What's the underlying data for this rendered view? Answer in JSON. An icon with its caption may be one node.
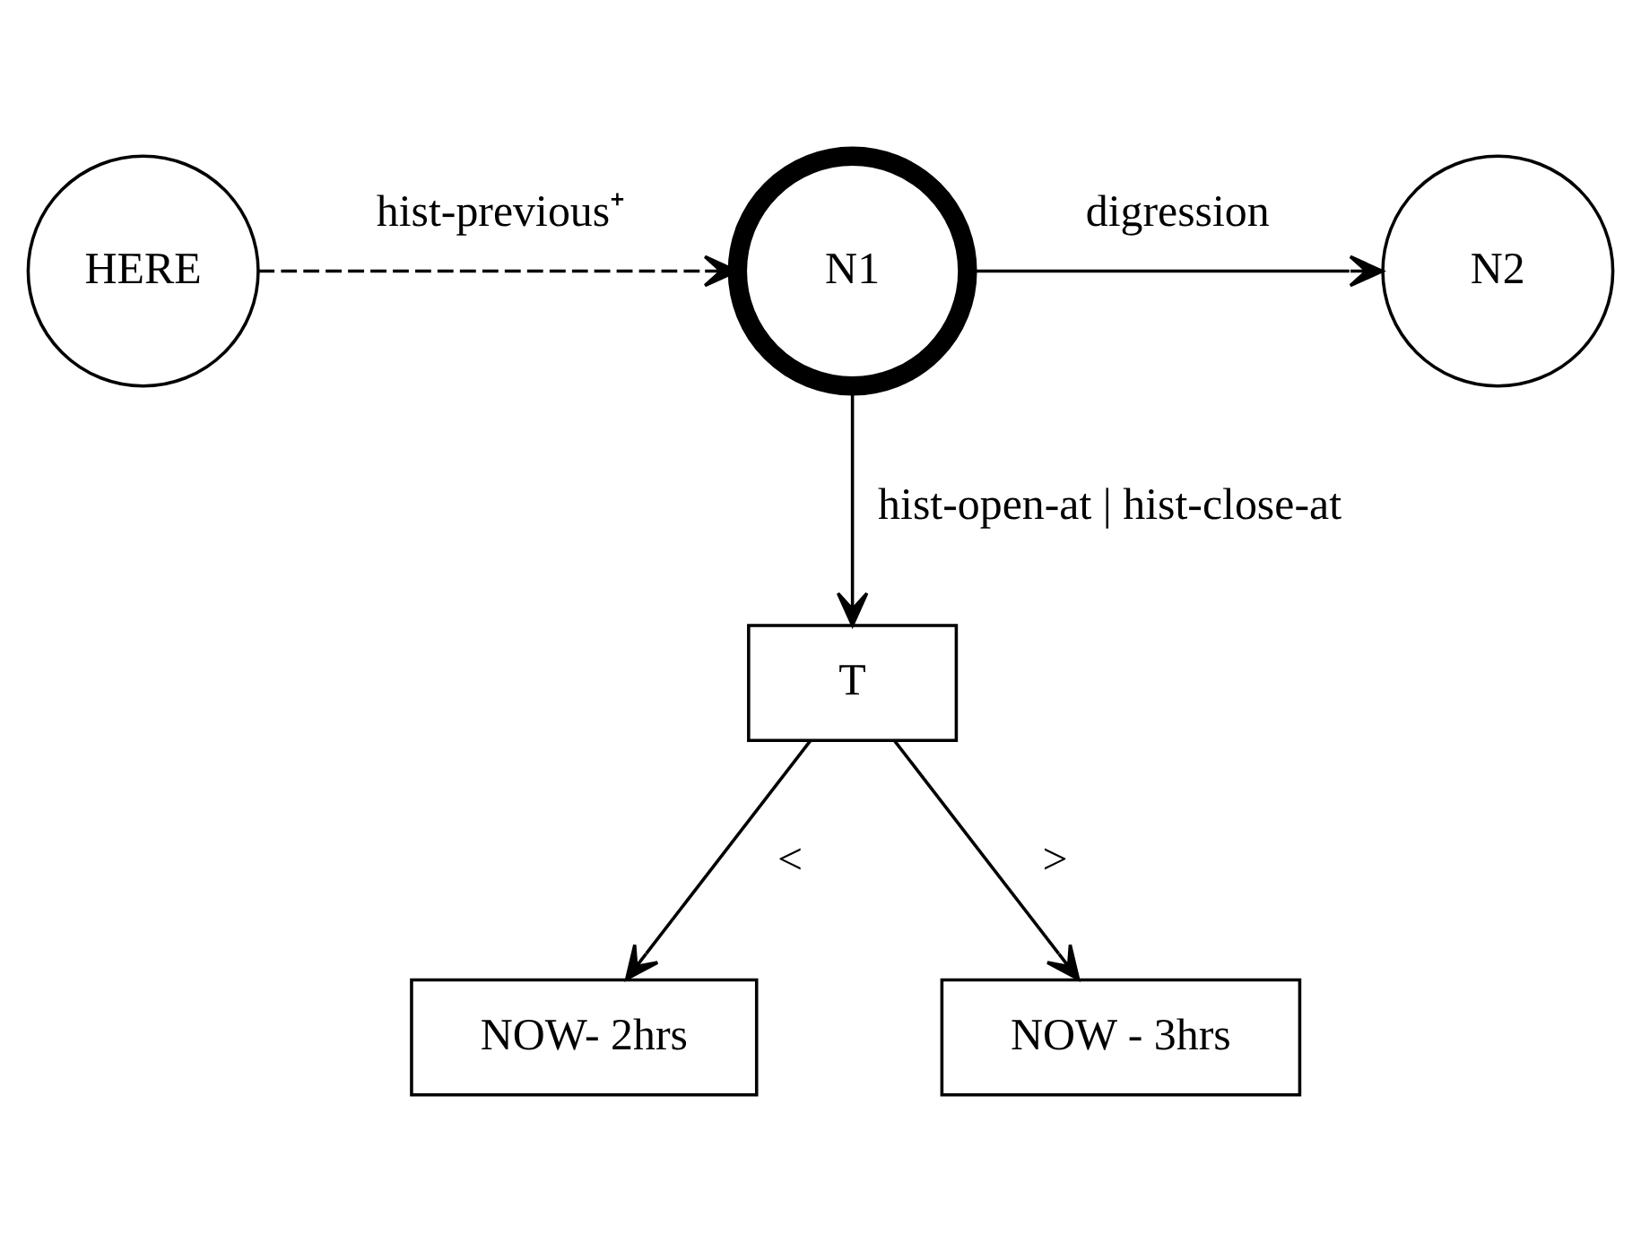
{
  "diagram": {
    "nodes": [
      {
        "text": [
          "N2"
        ]
      },
      {
        "text": [
          "N1"
        ]
      },
      {
        "text": [
          "HERE"
        ]
      },
      {
        "text": [
          "T"
        ]
      },
      {
        "text": [
          "NOW- 2hrs"
        ]
      },
      {
        "text": [
          "NOW - 3hrs"
        ]
      }
    ],
    "edges": [
      {
        "from": 1,
        "to": 0,
        "arrow": "to",
        "label": "digression"
      },
      {
        "from": 2,
        "to": 1,
        "arrow": "to",
        "style": "dashed",
        "label": "hist-previous⁺"
      },
      {
        "from": 1,
        "to": 3,
        "arrow": "to",
        "label": "hist-open-at | hist-close-at"
      },
      {
        "from": 3,
        "to": 4,
        "arrow": "to",
        "label": "<"
      },
      {
        "from": 3,
        "to": 5,
        "arrow": "to",
        "label": ">"
      }
    ]
  }
}
